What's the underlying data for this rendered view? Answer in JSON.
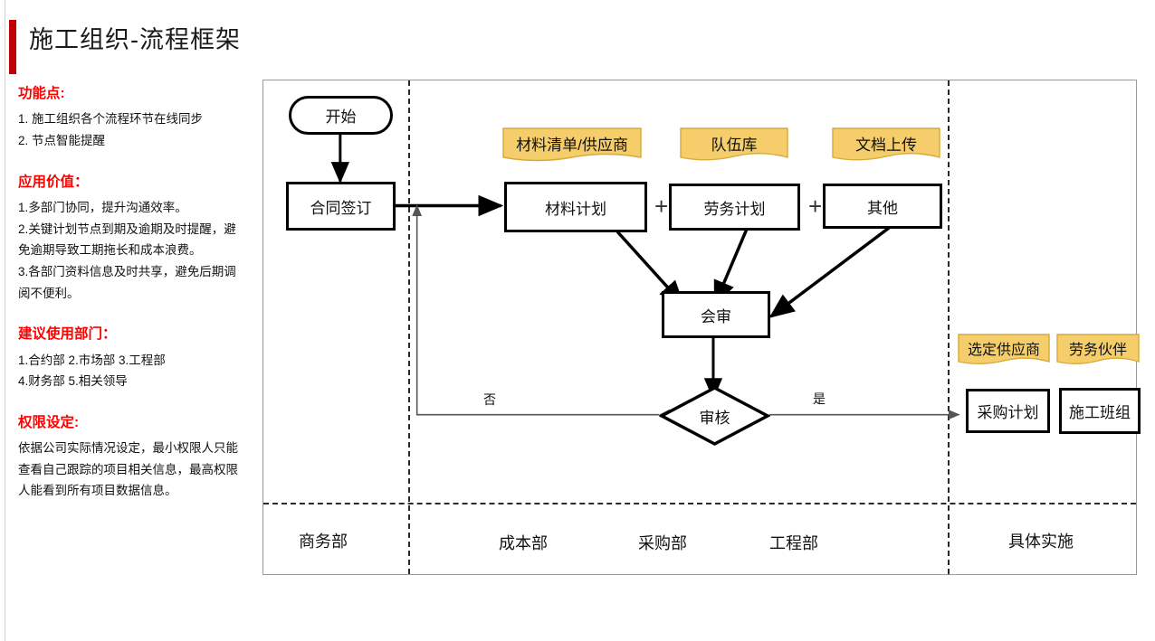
{
  "title": "施工组织-流程框架",
  "accent_color": "#c00000",
  "heading_color": "#ff0000",
  "sticky_color": "#f5ce6b",
  "sidebar": {
    "blocks": [
      {
        "heading": "功能点:",
        "lines": [
          "1. 施工组织各个流程环节在线同步",
          "2. 节点智能提醒"
        ]
      },
      {
        "heading": "应用价值：",
        "lines": [
          "1.多部门协同，提升沟通效率。",
          "2.关键计划节点到期及逾期及时提醒，避",
          "免逾期导致工期拖长和成本浪费。",
          "3.各部门资料信息及时共享，避免后期调",
          "阅不便利。"
        ]
      },
      {
        "heading": "建议使用部门：",
        "lines": [
          "1.合约部 2.市场部 3.工程部",
          "4.财务部 5.相关领导"
        ]
      },
      {
        "heading": "权限设定:",
        "lines": [
          "依据公司实际情况设定，最小权限人只能",
          "查看自己跟踪的项目相关信息，最高权限",
          "人能看到所有项目数据信息。"
        ]
      }
    ]
  },
  "flow": {
    "nodes": {
      "start": "开始",
      "contract": "合同签订",
      "material_plan": "材料计划",
      "labor_plan": "劳务计划",
      "other": "其他",
      "joint_review": "会审",
      "audit": "审核",
      "purchase_plan": "采购计划",
      "construction_team": "施工班组"
    },
    "stickies": [
      {
        "label": "材料清单/供应商"
      },
      {
        "label": "队伍库"
      },
      {
        "label": "文档上传"
      },
      {
        "label": "选定供应商"
      },
      {
        "label": "劳务伙伴"
      }
    ],
    "operators": [
      "+",
      "+"
    ],
    "edge_labels": {
      "no": "否",
      "yes": "是"
    },
    "lanes": [
      "商务部",
      "成本部",
      "采购部",
      "工程部",
      "具体实施"
    ]
  }
}
